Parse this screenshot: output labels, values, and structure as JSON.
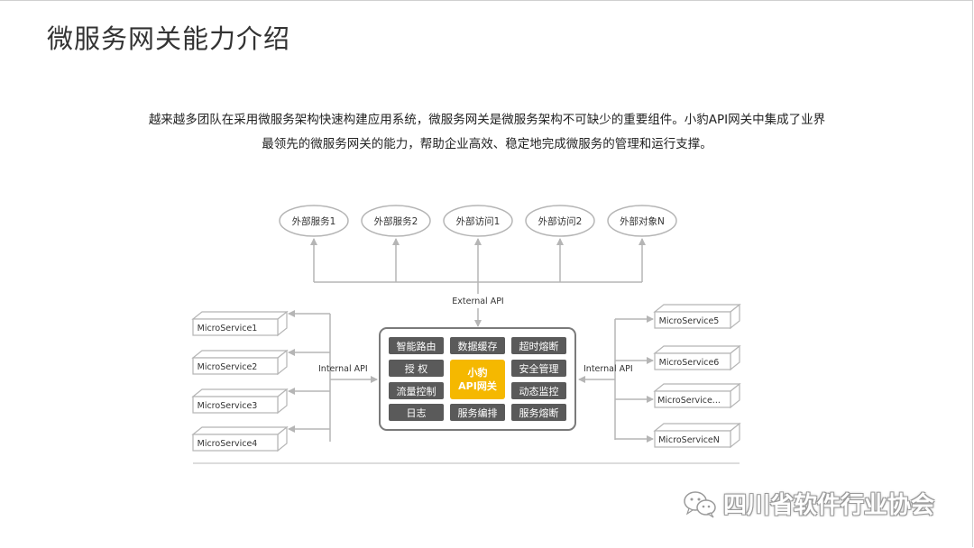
{
  "title": "微服务网关能力介绍",
  "intro": {
    "line1": "越来越多团队在采用微服务架构快速构建应用系统，微服务网关是微服务架构不可缺少的重要组件。小豹API网关中集成了业界",
    "line2": "最领先的微服务网关的能力，帮助企业高效、稳定地完成微服务的管理和运行支撑。"
  },
  "external_nodes": [
    "外部服务1",
    "外部服务2",
    "外部访问1",
    "外部访问2",
    "外部对象N"
  ],
  "labels": {
    "external_api": "External API",
    "internal_api_left": "Internal API",
    "internal_api_right": "Internal API"
  },
  "left_services": [
    "MicroService1",
    "MicroService2",
    "MicroService3",
    "MicroService4"
  ],
  "right_services": [
    "MicroService5",
    "MicroService6",
    "MicroService...",
    "MicroServiceN"
  ],
  "gateway": {
    "core_line1": "小豹",
    "core_line2": "API网关",
    "core_color": "#f5b800",
    "tile_color": "#5a5a5a",
    "col1": [
      "智能路由",
      "授 权",
      "流量控制",
      "日志"
    ],
    "col2_top": "数据缓存",
    "col2_bottom": "服务编排",
    "col3": [
      "超时熔断",
      "安全管理",
      "动态监控",
      "服务熔断"
    ]
  },
  "watermark": {
    "icon": "wechat-icon",
    "text": "四川省软件行业协会"
  }
}
